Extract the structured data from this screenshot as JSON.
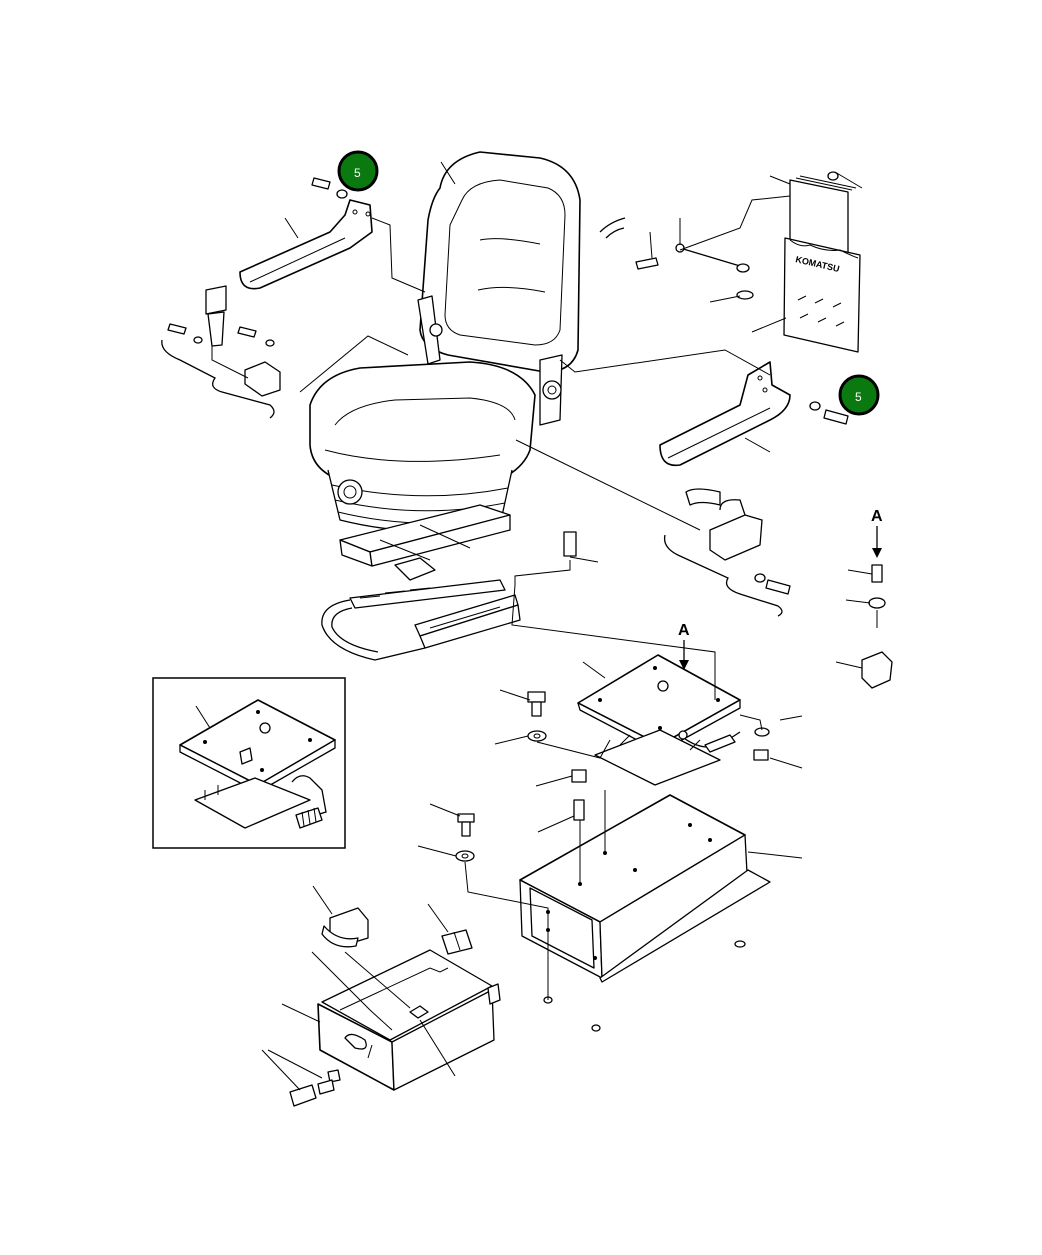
{
  "diagram": {
    "callouts": [
      {
        "label": "5",
        "color": "#0a7a10"
      },
      {
        "label": "5",
        "color": "#0a7a10"
      }
    ],
    "view_markers": [
      "A",
      "A"
    ],
    "decal_text": "KOMATSU"
  }
}
